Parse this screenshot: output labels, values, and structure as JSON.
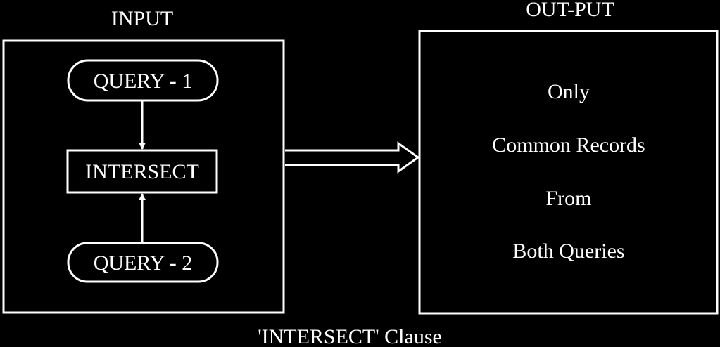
{
  "input": {
    "title": "INPUT",
    "query1_label": "QUERY - 1",
    "intersect_label": "INTERSECT",
    "query2_label": "QUERY - 2"
  },
  "output": {
    "title": "OUT-PUT",
    "lines": [
      "Only",
      "Common Records",
      "From",
      "Both Queries"
    ]
  },
  "caption": "'INTERSECT' Clause",
  "colors": {
    "background": "#000000",
    "foreground": "#ffffff"
  }
}
